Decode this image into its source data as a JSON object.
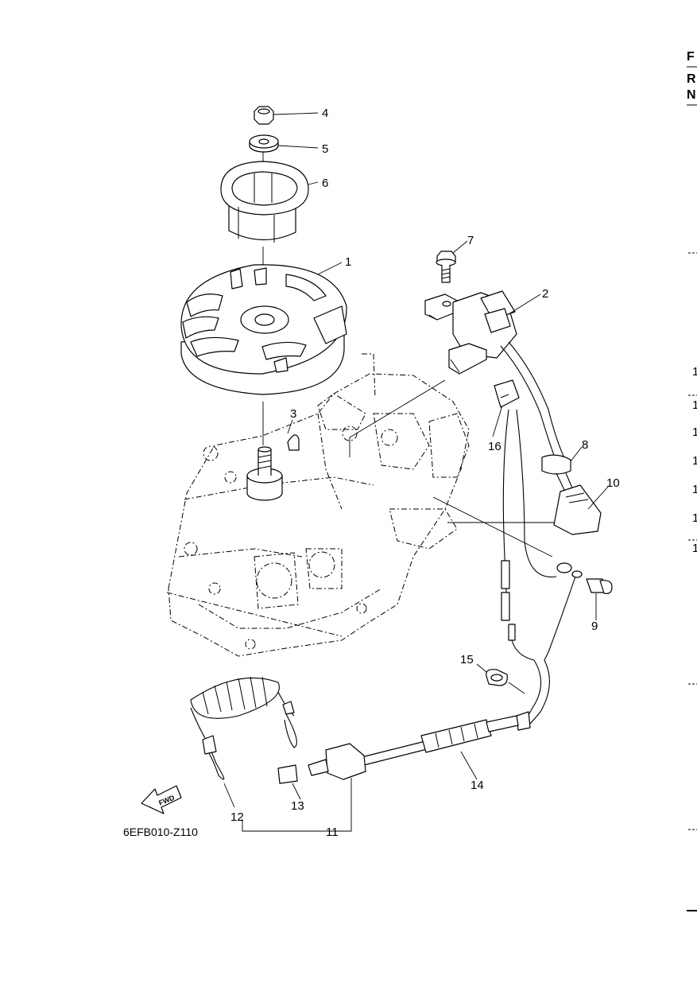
{
  "diagram_code": "6EFB010-Z110",
  "fwd_label": "FWD",
  "callouts": {
    "c1": "1",
    "c2": "2",
    "c3": "3",
    "c4": "4",
    "c5": "5",
    "c6": "6",
    "c7": "7",
    "c8": "8",
    "c9": "9",
    "c10": "10",
    "c11": "11",
    "c12": "12",
    "c13": "13",
    "c14": "14",
    "c15": "15",
    "c16": "16"
  },
  "edge_header": [
    "F",
    "R",
    "N"
  ],
  "edge_column": [
    "1",
    "1",
    "1",
    "1",
    "1",
    "1",
    "1"
  ]
}
